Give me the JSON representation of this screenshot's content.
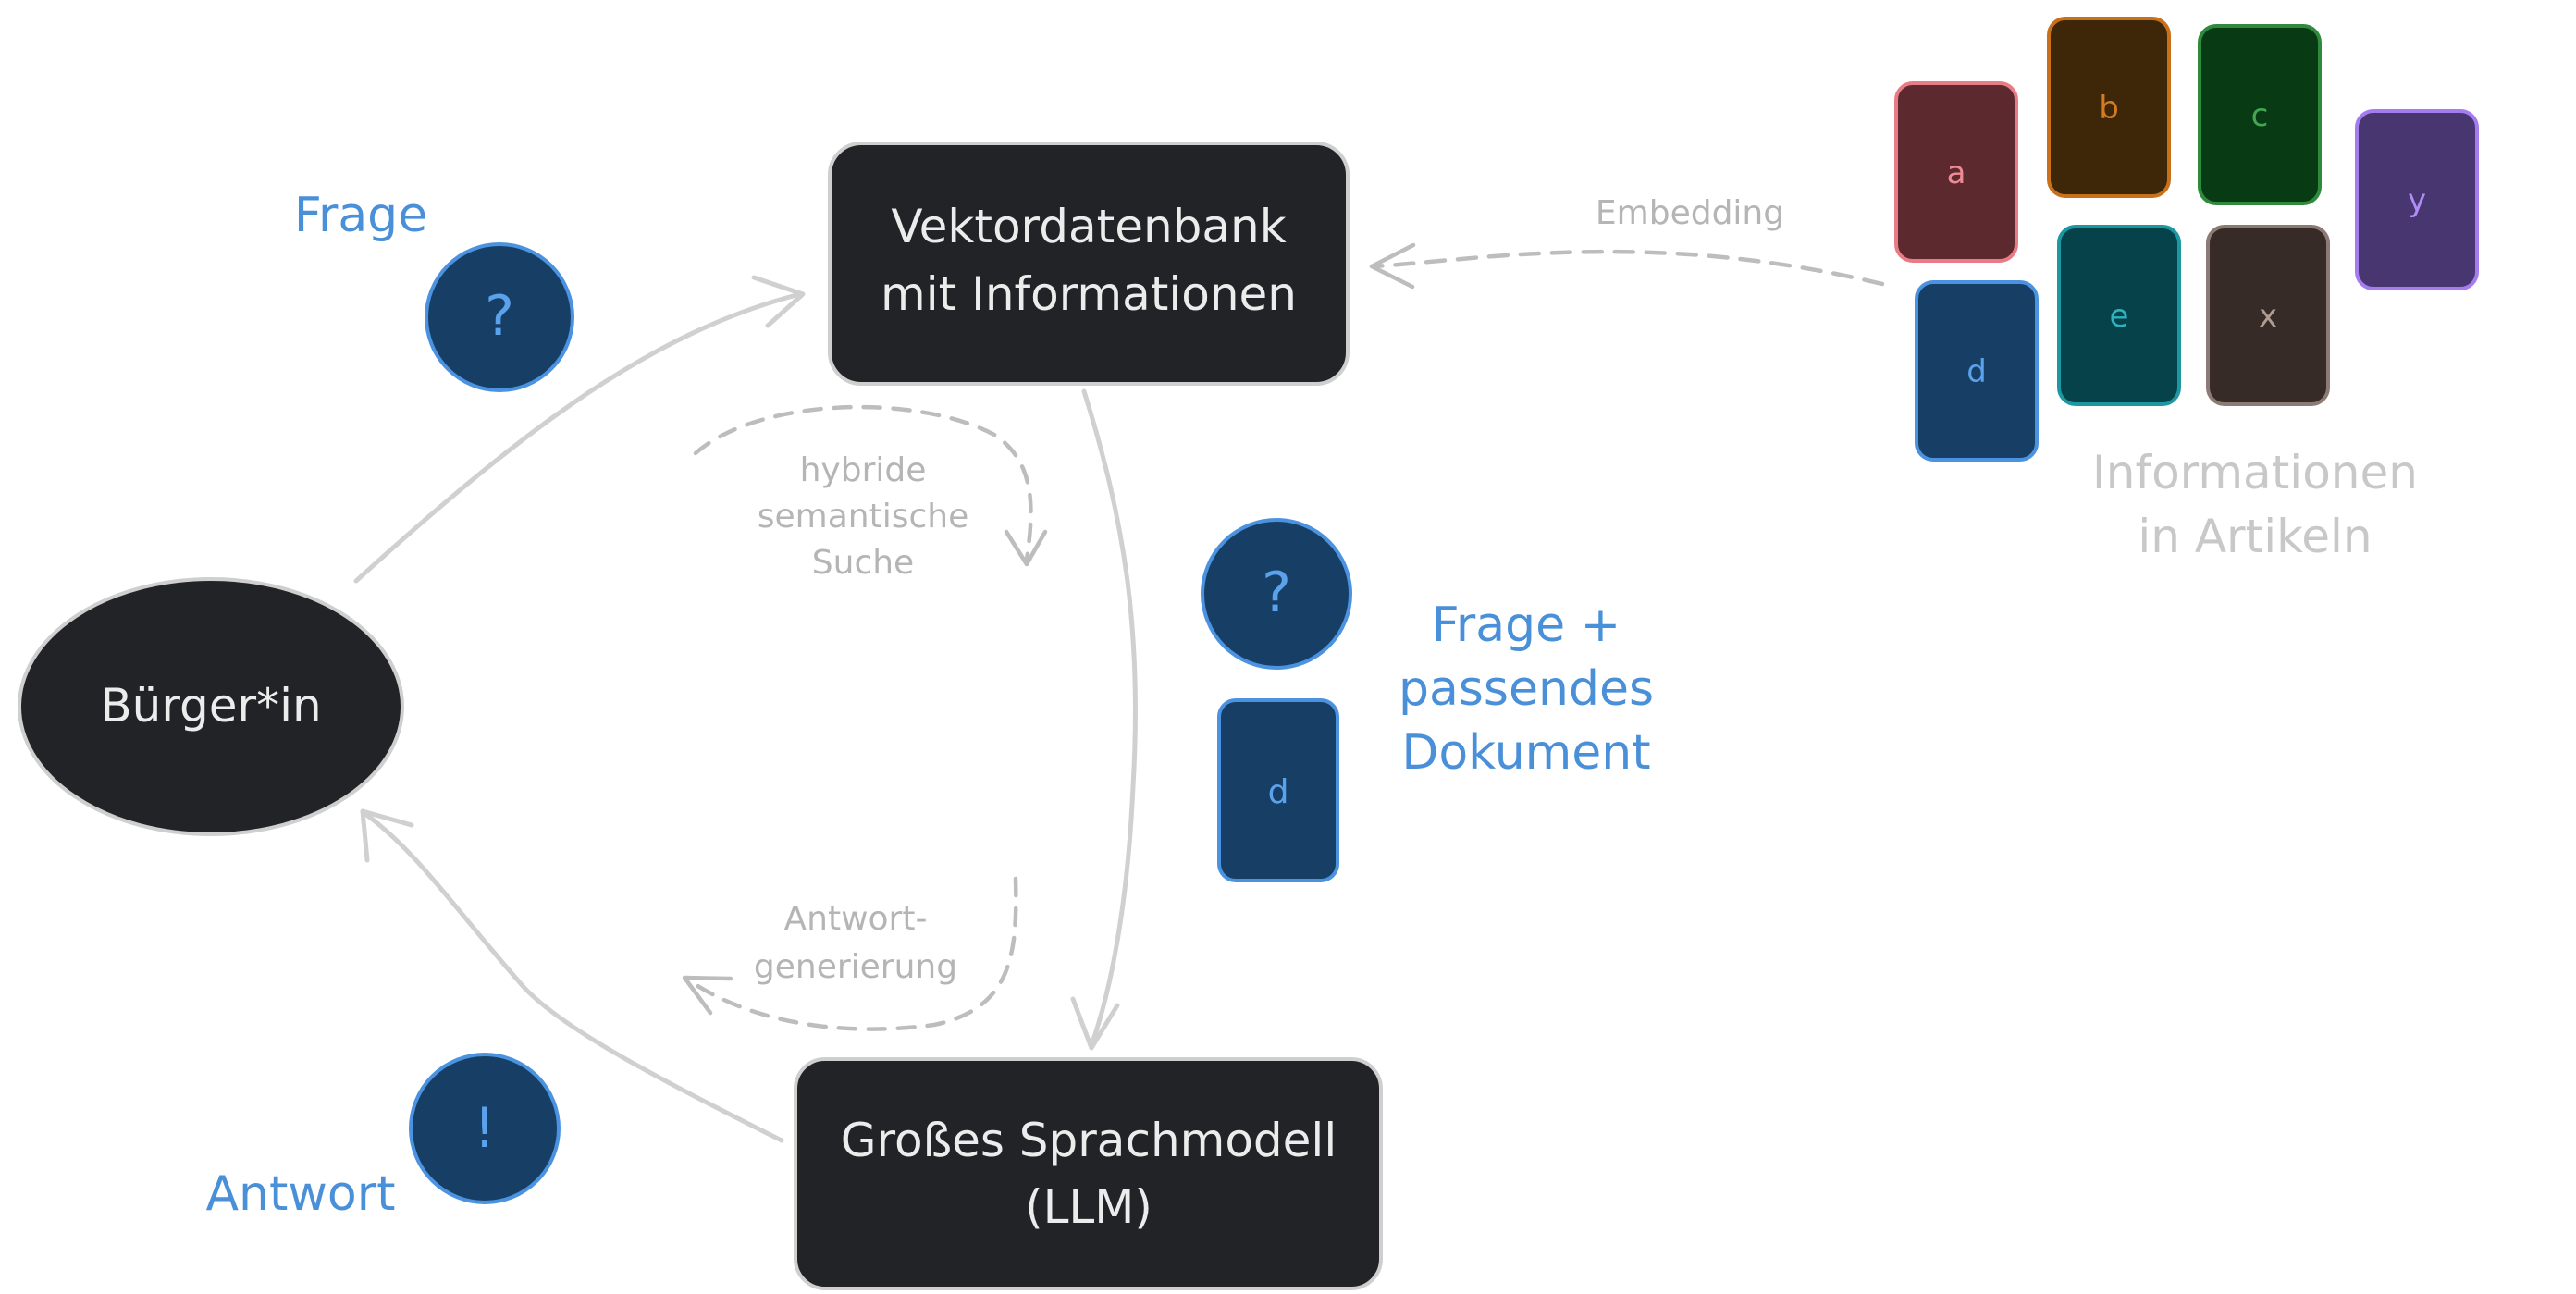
{
  "nodes": {
    "vector_db": {
      "line1": "Vektordatenbank",
      "line2": "mit Informationen"
    },
    "llm": {
      "line1": "Großes Sprachmodell",
      "line2": "(LLM)"
    },
    "citizen": {
      "label": "Bürger*in"
    }
  },
  "edge_labels": {
    "embedding": "Embedding",
    "search_line1": "hybride",
    "search_line2": "semantische",
    "search_line3": "Suche",
    "gen_line1": "Antwort-",
    "gen_line2": "generierung"
  },
  "tokens": {
    "question_symbol": "?",
    "answer_symbol": "!",
    "doc_symbol": "d"
  },
  "annotations": {
    "question": "Frage",
    "answer": "Antwort",
    "context_line1": "Frage +",
    "context_line2": "passendes",
    "context_line3": "Dokument",
    "articles_line1": "Informationen",
    "articles_line2": "in Artikeln"
  },
  "documents": [
    {
      "letter": "a",
      "fill": "#5c2a2e",
      "stroke": "#e87b86",
      "text": "#ee8a93"
    },
    {
      "letter": "b",
      "fill": "#3d2708",
      "stroke": "#c9711a",
      "text": "#d47a22"
    },
    {
      "letter": "c",
      "fill": "#083a14",
      "stroke": "#2f8a3e",
      "text": "#43a653"
    },
    {
      "letter": "y",
      "fill": "#483670",
      "stroke": "#a47cf0",
      "text": "#b08cf5"
    },
    {
      "letter": "d",
      "fill": "#173f65",
      "stroke": "#4b93e0",
      "text": "#5aa2ec"
    },
    {
      "letter": "e",
      "fill": "#05424a",
      "stroke": "#1d98a3",
      "text": "#2fb2bd"
    },
    {
      "letter": "x",
      "fill": "#362b27",
      "stroke": "#8c7a74",
      "text": "#b19c94"
    }
  ],
  "colors": {
    "node_fill": "#222326",
    "node_stroke": "#cfcfcf",
    "node_text": "#ececec",
    "token_fill": "#173f65",
    "token_stroke": "#4b93e0",
    "token_text": "#5aa2ec",
    "accent_blue": "#4a90d9",
    "arrow": "#cfcfcf",
    "muted_text": "#b5b5b5",
    "articles_text": "#c8c8c8"
  }
}
